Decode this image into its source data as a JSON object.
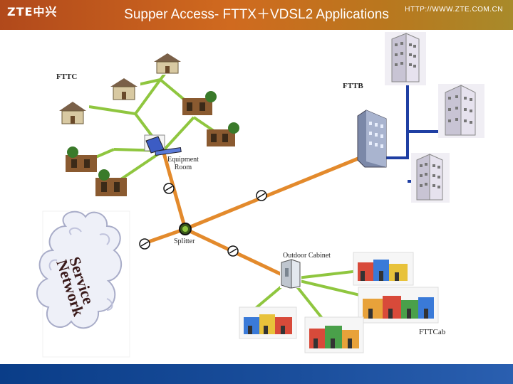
{
  "header": {
    "title": "Supper Access- FTTX＋VDSL2 Applications"
  },
  "labels": {
    "fttc": "FTTC",
    "fttb": "FTTB",
    "equipment_room": "Equipment Room",
    "splitter": "Splitter",
    "outdoor_cabinet": "Outdoor Cabinet",
    "fttcab": "FTTCab",
    "service": "Service",
    "network": "Network"
  },
  "footer": {
    "logo": "ZTE中兴",
    "url": "HTTP://WWW.ZTE.COM.CN"
  },
  "colors": {
    "orange_line": "#e38a2c",
    "green_line": "#8fc63f",
    "blue_line": "#1f3fa3",
    "header": "#c05a1c",
    "footer": "#1b4f9d"
  }
}
